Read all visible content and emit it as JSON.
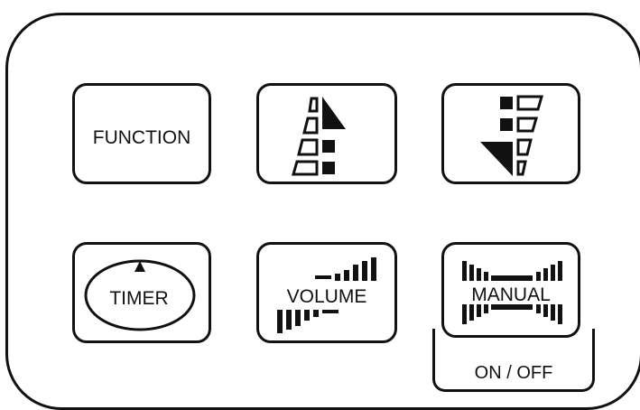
{
  "panel": {
    "buttons": {
      "function": {
        "label": "FUNCTION"
      },
      "temp_up": {
        "icon": "ascending-bars-up-arrow-icon"
      },
      "temp_down": {
        "icon": "descending-bars-down-arrow-icon"
      },
      "timer": {
        "label": "TIMER",
        "icon": "up-triangle-icon"
      },
      "volume": {
        "label": "VOLUME",
        "icon": "volume-ramp-icon"
      },
      "manual": {
        "label": "MANUAL",
        "icon": "bowtie-bars-icon",
        "sub_label": "ON / OFF"
      }
    }
  },
  "colors": {
    "ink": "#111111",
    "background": "#ffffff"
  }
}
